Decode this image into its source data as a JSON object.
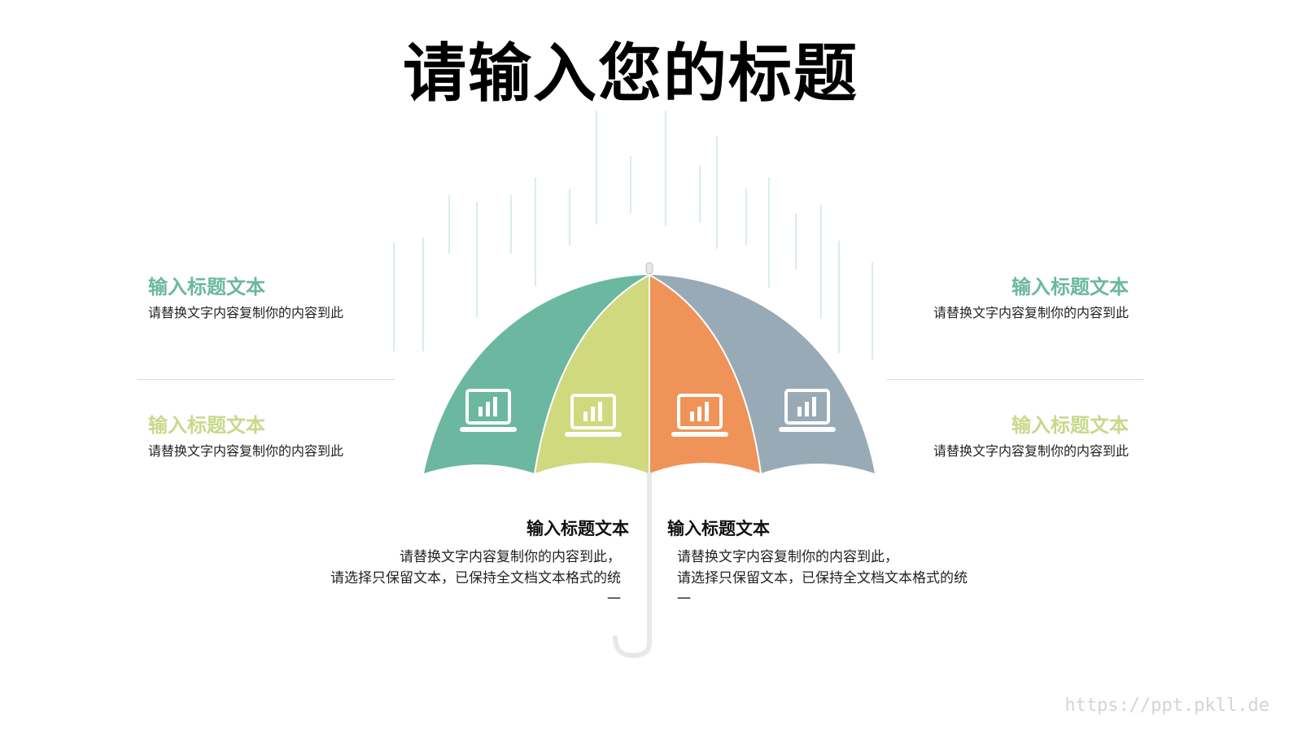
{
  "title": "请输入您的标题",
  "colors": {
    "green": "#6bb7a0",
    "lime": "#d0d97e",
    "orange": "#f09358",
    "slate": "#98aab6",
    "rain": "#cfe6e6",
    "handle": "#e4e6e8"
  },
  "left_items": [
    {
      "heading": "输入标题文本",
      "desc": "请替换文字内容复制你的内容到此",
      "color": "#6bb7a0"
    },
    {
      "heading": "输入标题文本",
      "desc": "请替换文字内容复制你的内容到此",
      "color": "#c9d88a"
    }
  ],
  "right_items": [
    {
      "heading": "输入标题文本",
      "desc": "请替换文字内容复制你的内容到此",
      "color": "#6bb7a0"
    },
    {
      "heading": "输入标题文本",
      "desc": "请替换文字内容复制你的内容到此",
      "color": "#c9d88a"
    }
  ],
  "bottom_items": [
    {
      "heading": "输入标题文本",
      "line1": "请替换文字内容复制你的内容到此，",
      "line2": "请选择只保留文本，已保持全文档文本格式的统",
      "line3": "一"
    },
    {
      "heading": "输入标题文本",
      "line1": "请替换文字内容复制你的内容到此，",
      "line2": "请选择只保留文本，已保持全文档文本格式的统",
      "line3": "一"
    }
  ],
  "umbrella_segments": [
    {
      "name": "segment-1",
      "color": "#6bb7a0",
      "icon": "laptop-chart-icon"
    },
    {
      "name": "segment-2",
      "color": "#d0d97e",
      "icon": "laptop-chart-icon"
    },
    {
      "name": "segment-3",
      "color": "#f09358",
      "icon": "laptop-chart-icon"
    },
    {
      "name": "segment-4",
      "color": "#98aab6",
      "icon": "laptop-chart-icon"
    }
  ],
  "watermark": "https://ppt.pkll.de"
}
